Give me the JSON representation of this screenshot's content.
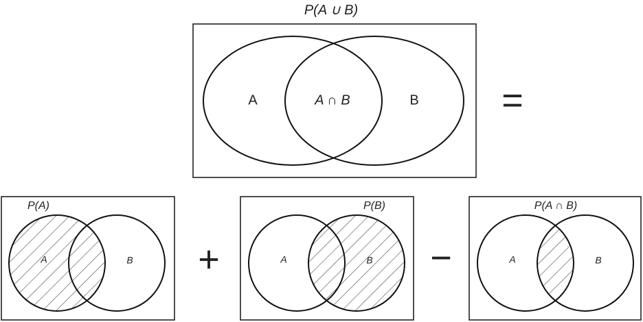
{
  "top": {
    "title": "P(A ∪ B)",
    "label_a": "A",
    "label_intersection": "A ∩ B",
    "label_b": "B"
  },
  "equals_sign": "=",
  "plus_sign": "+",
  "minus_sign": "−",
  "panel_a": {
    "title": "P(A)",
    "label_a": "A",
    "label_b": "B"
  },
  "panel_b": {
    "title": "P(B)",
    "label_a": "A",
    "label_b": "B"
  },
  "panel_ab": {
    "title": "P(A ∩ B)",
    "label_a": "A",
    "label_b": "B"
  },
  "colors": {
    "stroke": "#111111",
    "hatch": "#555555",
    "background": "#ffffff"
  }
}
